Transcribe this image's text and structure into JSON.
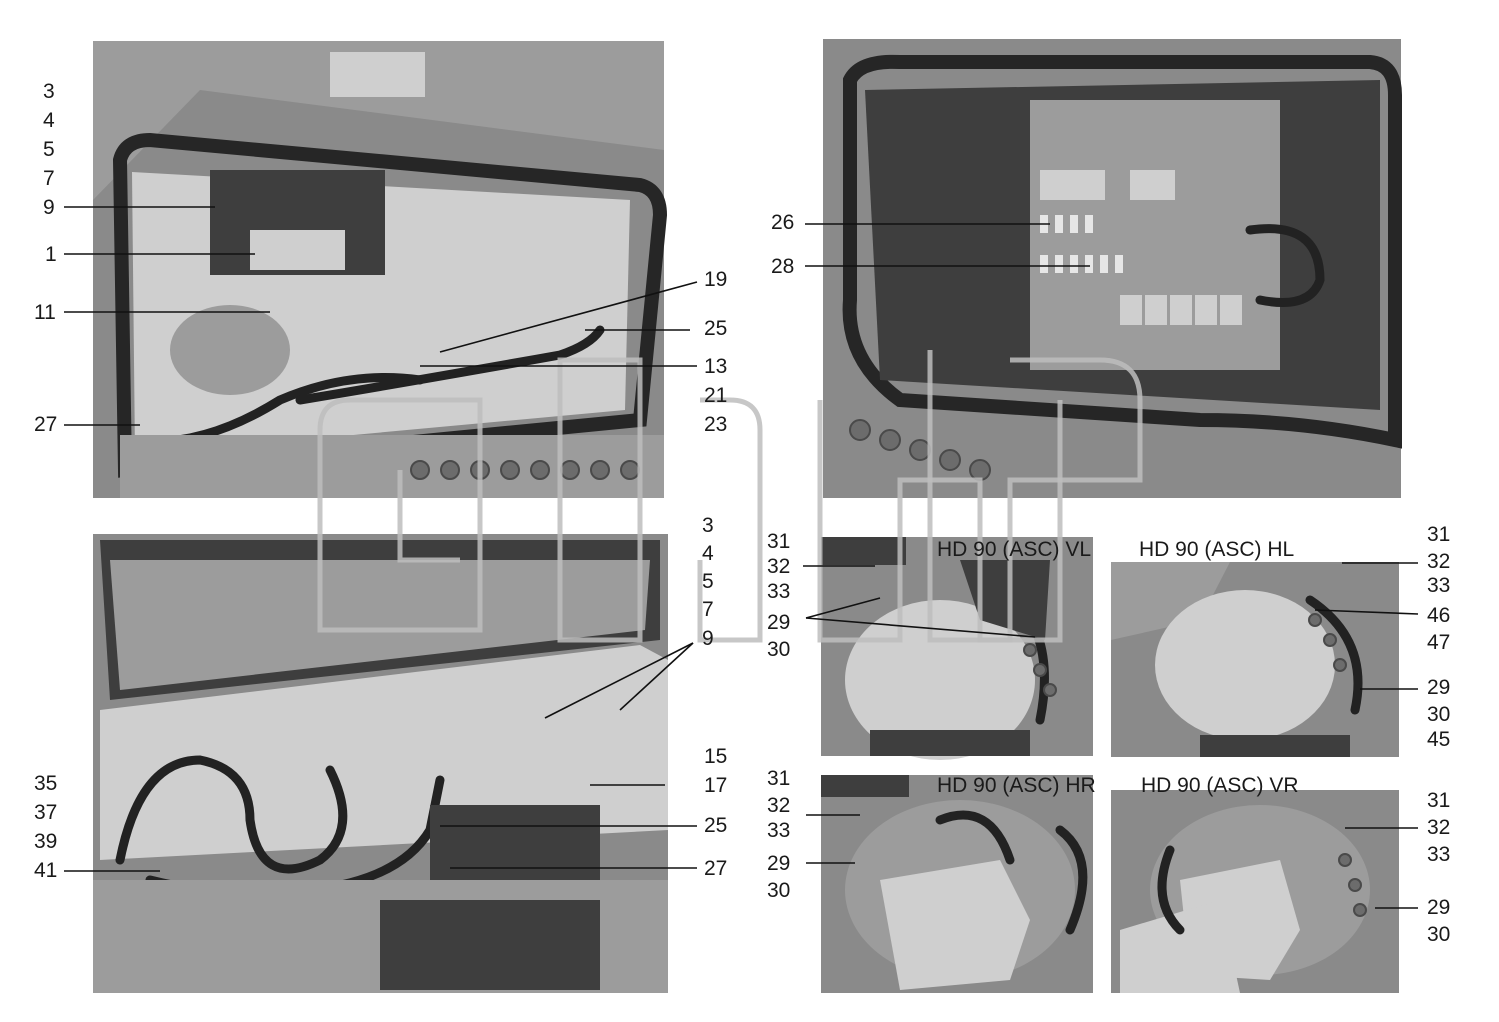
{
  "colors": {
    "photo_bg": "#8a8a8a",
    "photo_dark": "#3e3e3e",
    "photo_light": "#cfcfcf",
    "leader": "#111111",
    "text": "#1a1a1a",
    "watermark": "#bdbdbd"
  },
  "captions": {
    "vl": "HD 90 (ASC) VL",
    "hl": "HD 90 (ASC) HL",
    "hr": "HD 90 (ASC) HR",
    "vr": "HD 90 (ASC) VR"
  },
  "labels": {
    "p1_l3": "3",
    "p1_l4": "4",
    "p1_l5": "5",
    "p1_l7": "7",
    "p1_l9": "9",
    "p1_l1": "1",
    "p1_l11": "11",
    "p1_l27": "27",
    "p1_r19": "19",
    "p1_r25": "25",
    "p1_r13": "13",
    "p1_r21": "21",
    "p1_r23": "23",
    "p2_l26": "26",
    "p2_l28": "28",
    "p3_r3": "3",
    "p3_r4": "4",
    "p3_r5": "5",
    "p3_r7": "7",
    "p3_r9": "9",
    "p3_r15": "15",
    "p3_r17": "17",
    "p3_r25": "25",
    "p3_r27": "27",
    "p3_l35": "35",
    "p3_l37": "37",
    "p3_l39": "39",
    "p3_l41": "41",
    "vl_31": "31",
    "vl_32": "32",
    "vl_33": "33",
    "vl_29": "29",
    "vl_30": "30",
    "hl_31": "31",
    "hl_32": "32",
    "hl_33": "33",
    "hl_46": "46",
    "hl_47": "47",
    "hl_29": "29",
    "hl_30": "30",
    "hl_45": "45",
    "hr_31": "31",
    "hr_32": "32",
    "hr_33": "33",
    "hr_29": "29",
    "hr_30": "30",
    "vr_31": "31",
    "vr_32": "32",
    "vr_33": "33",
    "vr_29": "29",
    "vr_30": "30"
  }
}
